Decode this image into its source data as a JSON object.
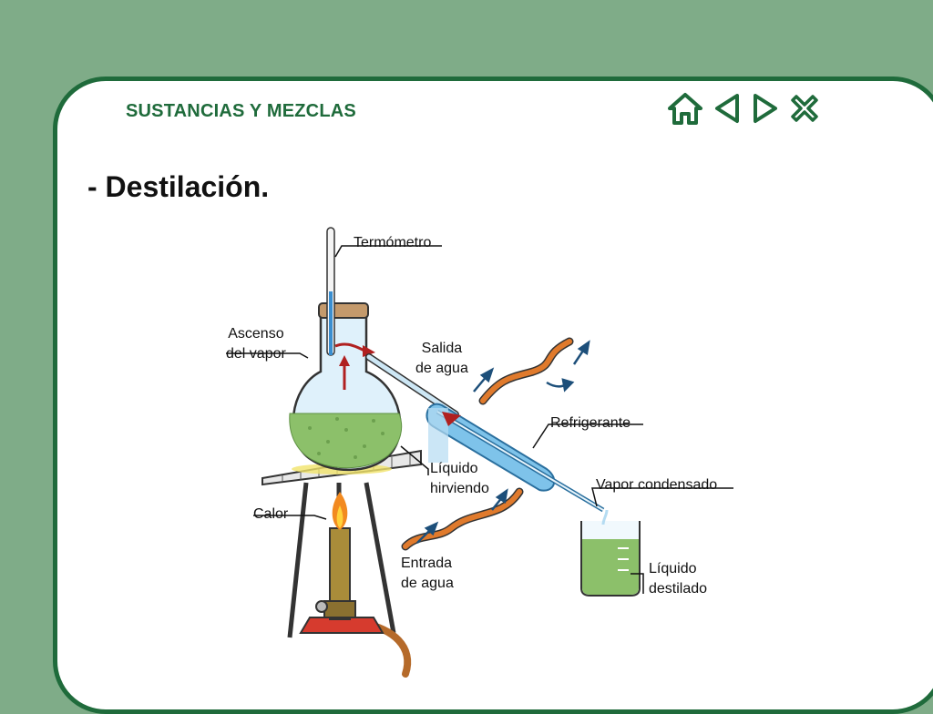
{
  "header": {
    "title": "SUSTANCIAS Y MEZCLAS"
  },
  "nav": {
    "icons": [
      "home-icon",
      "arrow-left-icon",
      "arrow-right-icon",
      "close-icon"
    ],
    "color": "#1f6b3b"
  },
  "page": {
    "title": "- Destilación."
  },
  "diagram": {
    "labels": {
      "termometro": "Termómetro",
      "ascenso": [
        "Ascenso",
        "del vapor"
      ],
      "salida": [
        "Salida",
        "de agua"
      ],
      "refrigerante": "Refrigerante",
      "liquido_hirviendo": [
        "Líquido",
        "hirviendo"
      ],
      "vapor_condensado": "Vapor condensado",
      "calor": "Calor",
      "entrada": [
        "Entrada",
        "de agua"
      ],
      "liquido_destilado": [
        "Líquido",
        "destilado"
      ]
    }
  },
  "colors": {
    "background": "#7fac88",
    "frame": "#1f6b3b",
    "liquid": "#8cc06a",
    "glass": "#9cd0ec"
  }
}
